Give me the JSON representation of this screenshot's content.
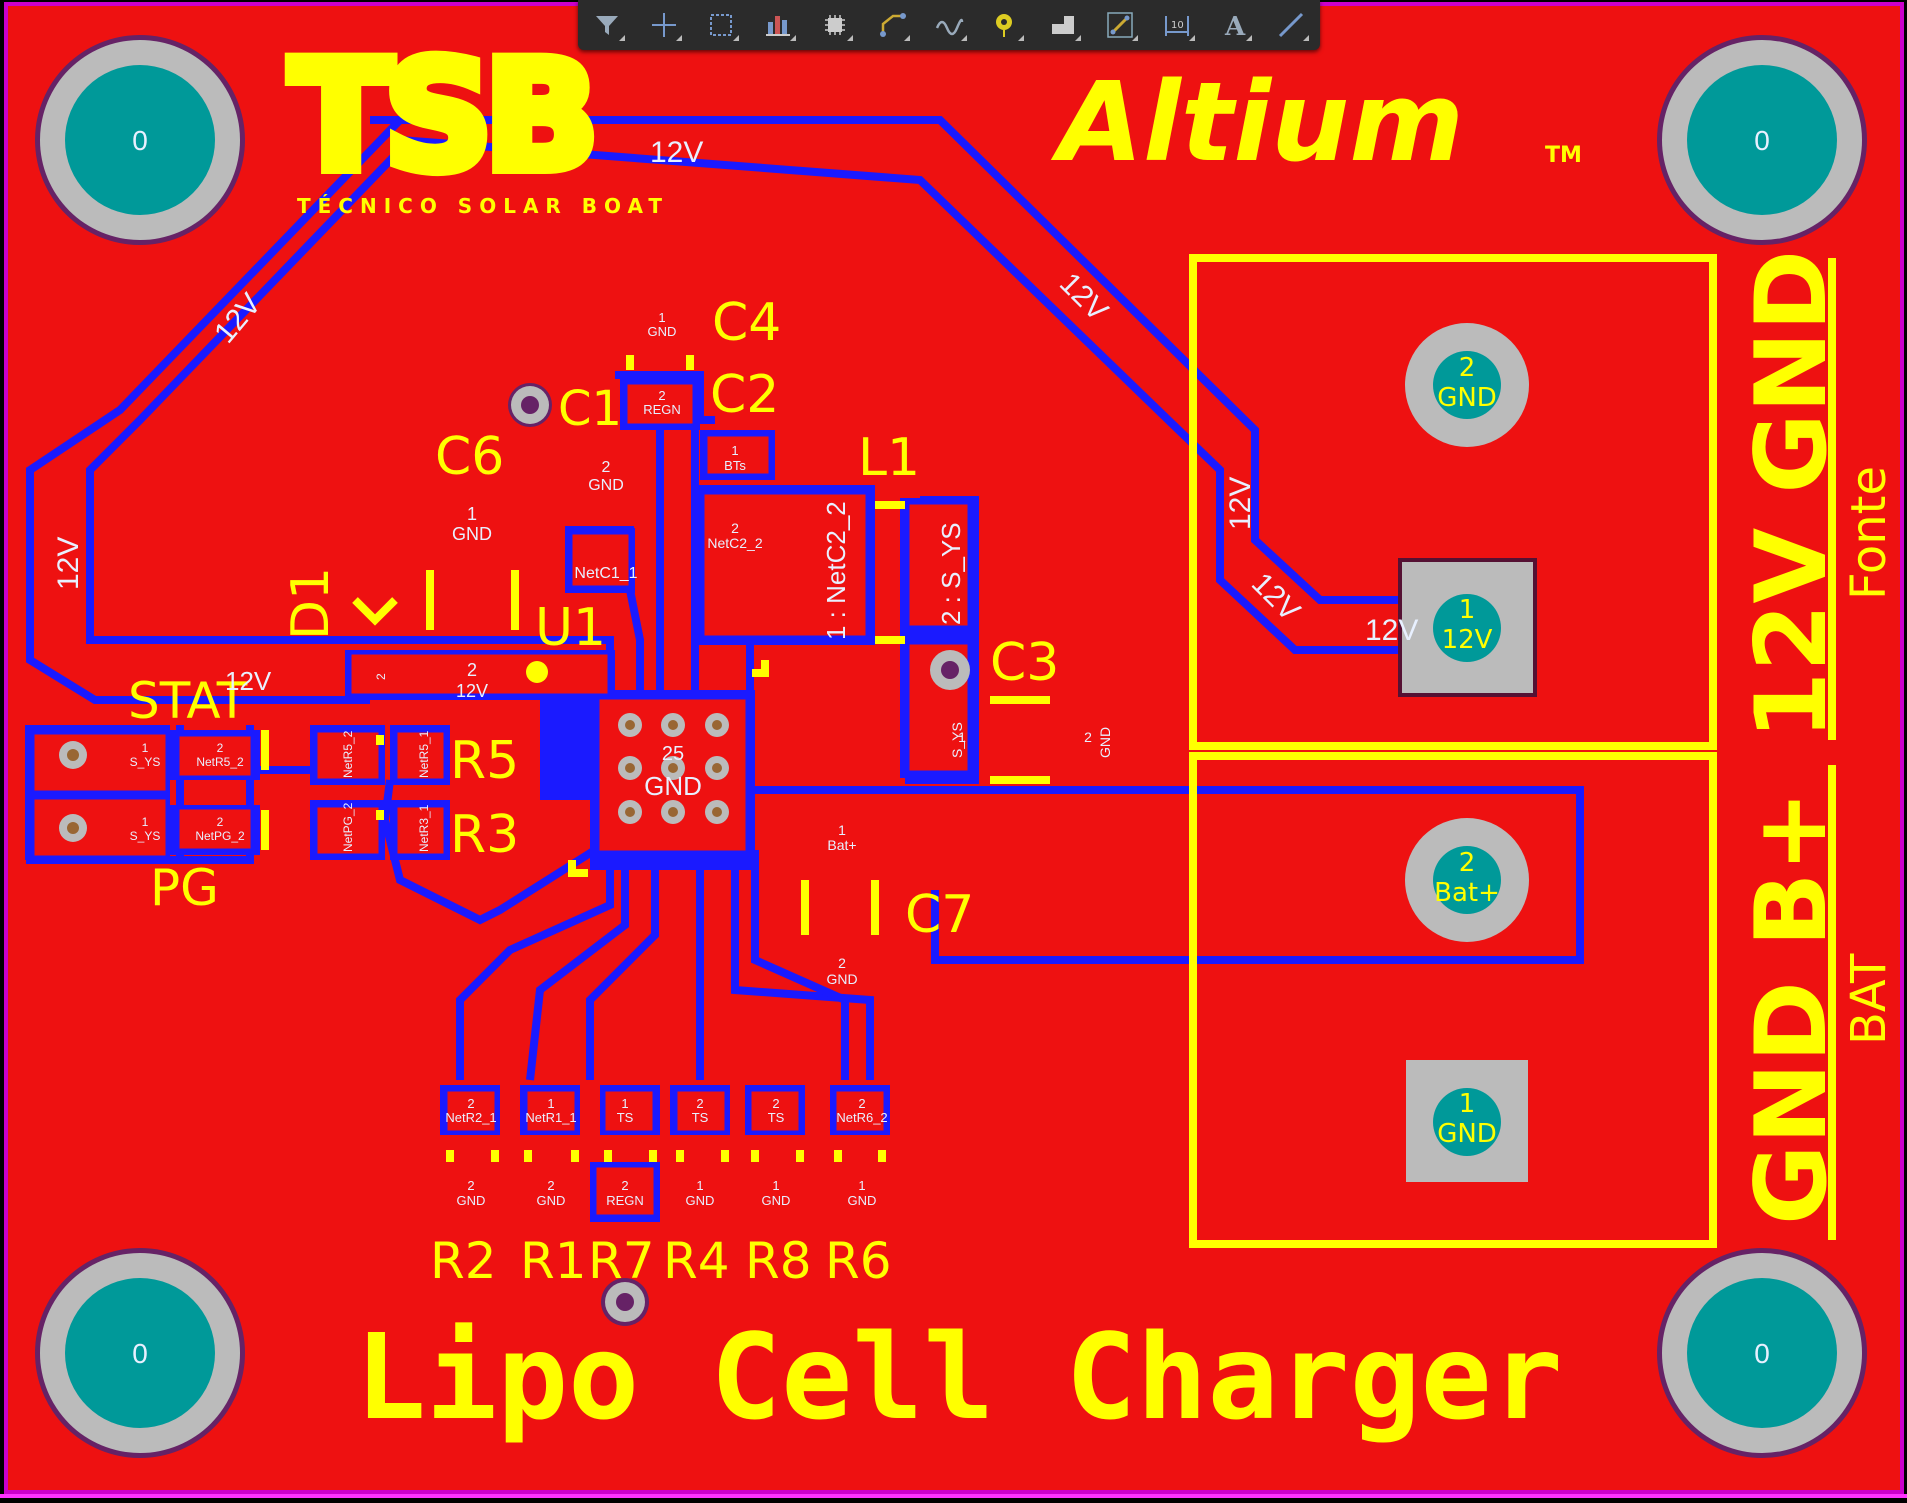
{
  "toolbar": {
    "tools": [
      "filter-icon",
      "crosshair-icon",
      "select-rect-icon",
      "align-icon",
      "component-icon",
      "route-icon",
      "diff-pair-icon",
      "via-icon",
      "polygon-icon",
      "track-icon",
      "dimension-icon",
      "text-icon",
      "line-icon"
    ]
  },
  "branding": {
    "logo_text": "TSB",
    "logo_subtitle": "TÉCNICO SOLAR BOAT",
    "altium_text": "Altium",
    "altium_tm": "TM"
  },
  "board": {
    "title": "Lipo Cell Charger",
    "mount_hole_label": "0"
  },
  "silkscreen": {
    "c4": "C4",
    "c2": "C2",
    "c1": "C1",
    "c6": "C6",
    "l1": "L1",
    "d1": "D1",
    "u1": "U1",
    "c3": "C3",
    "stat": "STAT",
    "r5": "R5",
    "r3": "R3",
    "pg": "PG",
    "c7": "C7",
    "r2": "R2",
    "r1": "R1",
    "r7": "R7",
    "r4": "R4",
    "r8": "R8",
    "r6": "R6",
    "side_12v_gnd": "12V GND",
    "side_fonte": "Fonte",
    "side_gnd_bplus": "GND B+",
    "side_bat": "BAT"
  },
  "nets": {
    "n12v": "12V",
    "gnd": "GND",
    "regn": "REGN",
    "bts": "BTs",
    "netc1_1": "NetC1_1",
    "netc2_2": "NetC2_2",
    "l1_pin1": "1 : NetC2_2",
    "l1_pin2": "2 : S_YS",
    "sys": "S_YS",
    "netr5_2": "NetR5_2",
    "netr5_1": "NetR5_1",
    "netpg_2": "NetPG_2",
    "netr3_1": "NetR3_1",
    "batp": "Bat+",
    "ts": "TS",
    "netr2_1": "NetR2_1",
    "netr1_1": "NetR1_1",
    "netr6_2": "NetR6_2",
    "u1_pad": "25",
    "pin1": "1",
    "pin2": "2"
  }
}
